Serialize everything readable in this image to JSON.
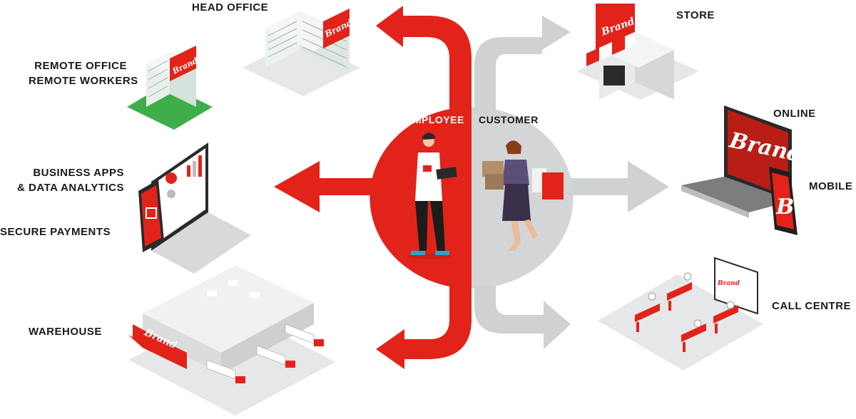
{
  "colors": {
    "brand_red": "#e2231a",
    "dark_red": "#a8140e",
    "customer_grey": "#d3d5d6",
    "arrow_grey": "#cfd1d2",
    "text": "#1a1a1a"
  },
  "center": {
    "employee_label": "EMPLOYEE",
    "customer_label": "CUSTOMER"
  },
  "left_channels": {
    "head_office": "HEAD OFFICE",
    "remote_office_line1": "REMOTE OFFICE",
    "remote_office_line2": "REMOTE WORKERS",
    "business_apps_line1": "BUSINESS APPS",
    "business_apps_line2": "& DATA ANALYTICS",
    "secure_payments": "SECURE PAYMENTS",
    "warehouse": "WAREHOUSE"
  },
  "right_channels": {
    "store": "STORE",
    "online": "ONLINE",
    "mobile": "MOBILE",
    "call_centre": "CALL CENTRE"
  },
  "logo": {
    "brand_text": "Brand",
    "brand_initial": "B"
  }
}
